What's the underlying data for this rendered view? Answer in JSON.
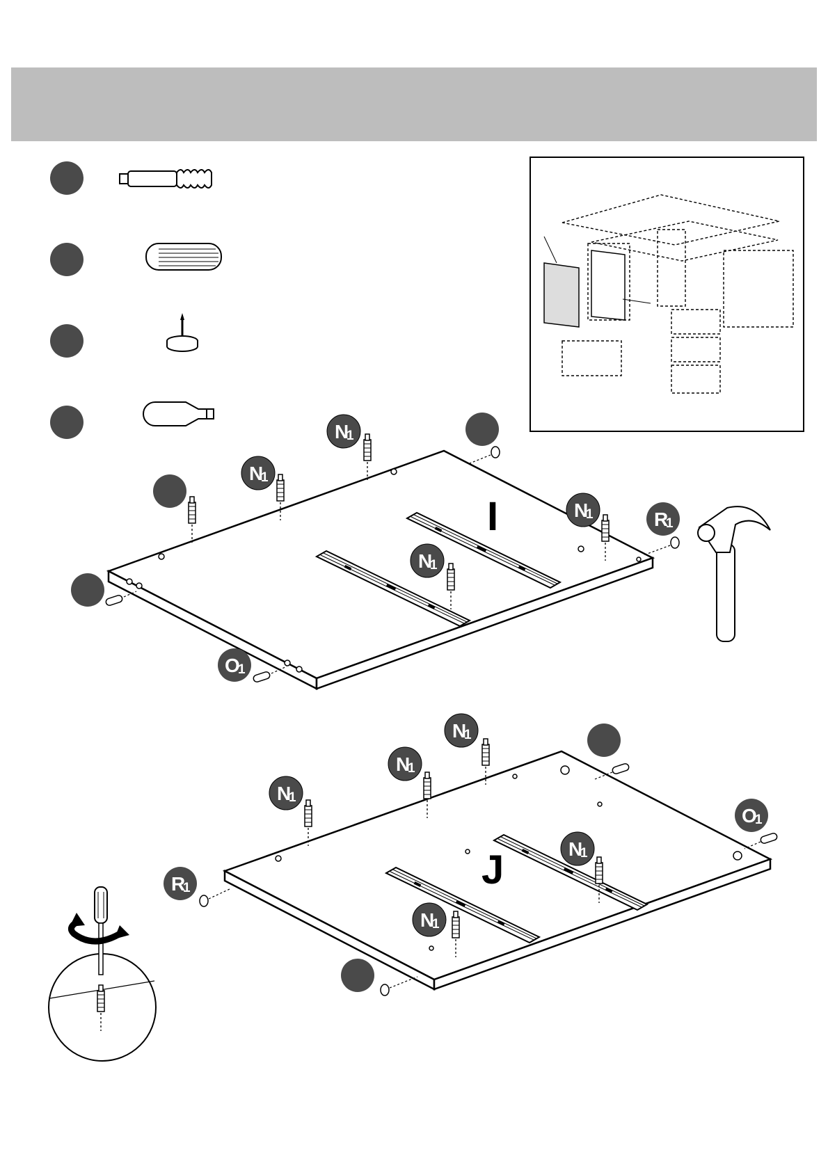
{
  "header": {
    "color": "#bdbdbd"
  },
  "colors": {
    "badge": "#4a4a4a",
    "line": "#000000",
    "paper": "#ffffff"
  },
  "parts_legend": [
    {
      "icon": "cam-lock-bolt-icon"
    },
    {
      "icon": "wooden-dowel-icon"
    },
    {
      "icon": "nail-glide-icon"
    },
    {
      "icon": "plastic-plug-icon"
    }
  ],
  "panel_i": {
    "label": "I"
  },
  "panel_j": {
    "label": "J"
  },
  "callouts": {
    "n1": {
      "letter": "N",
      "sub": "1"
    },
    "o1": {
      "letter": "O",
      "sub": "1"
    },
    "r1": {
      "letter": "R",
      "sub": "1"
    }
  }
}
